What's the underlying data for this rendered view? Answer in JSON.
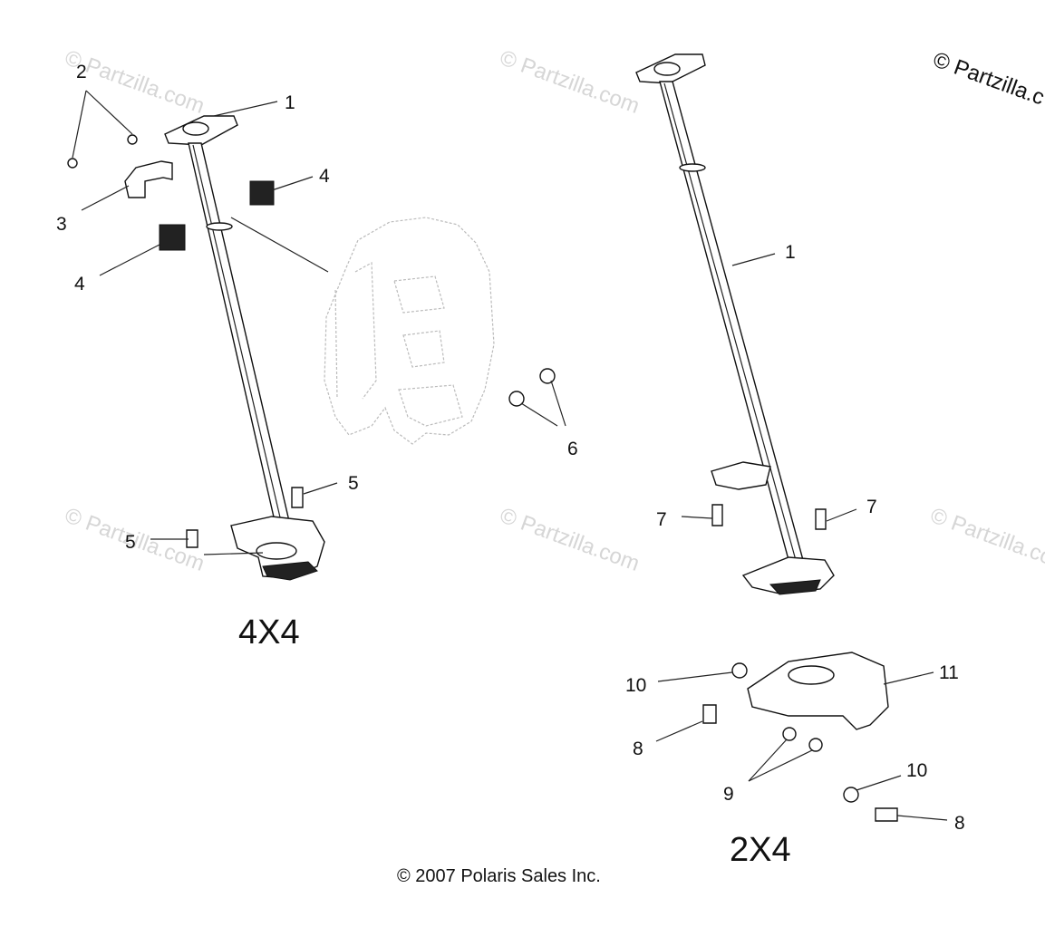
{
  "watermarks": {
    "corner": "© Partzilla.c",
    "text": "© Partzilla.com"
  },
  "variants": {
    "left": "4X4",
    "right": "2X4"
  },
  "copyright": "© 2007 Polaris Sales Inc.",
  "callouts": {
    "l1": "1",
    "l2": "2",
    "l3": "3",
    "l4a": "4",
    "l4b": "4",
    "l5a": "5",
    "l5b": "5",
    "l6": "6",
    "r1": "1",
    "r7a": "7",
    "r7b": "7",
    "r10a": "10",
    "r11": "11",
    "r8a": "8",
    "r9": "9",
    "r10b": "10",
    "r8b": "8"
  }
}
